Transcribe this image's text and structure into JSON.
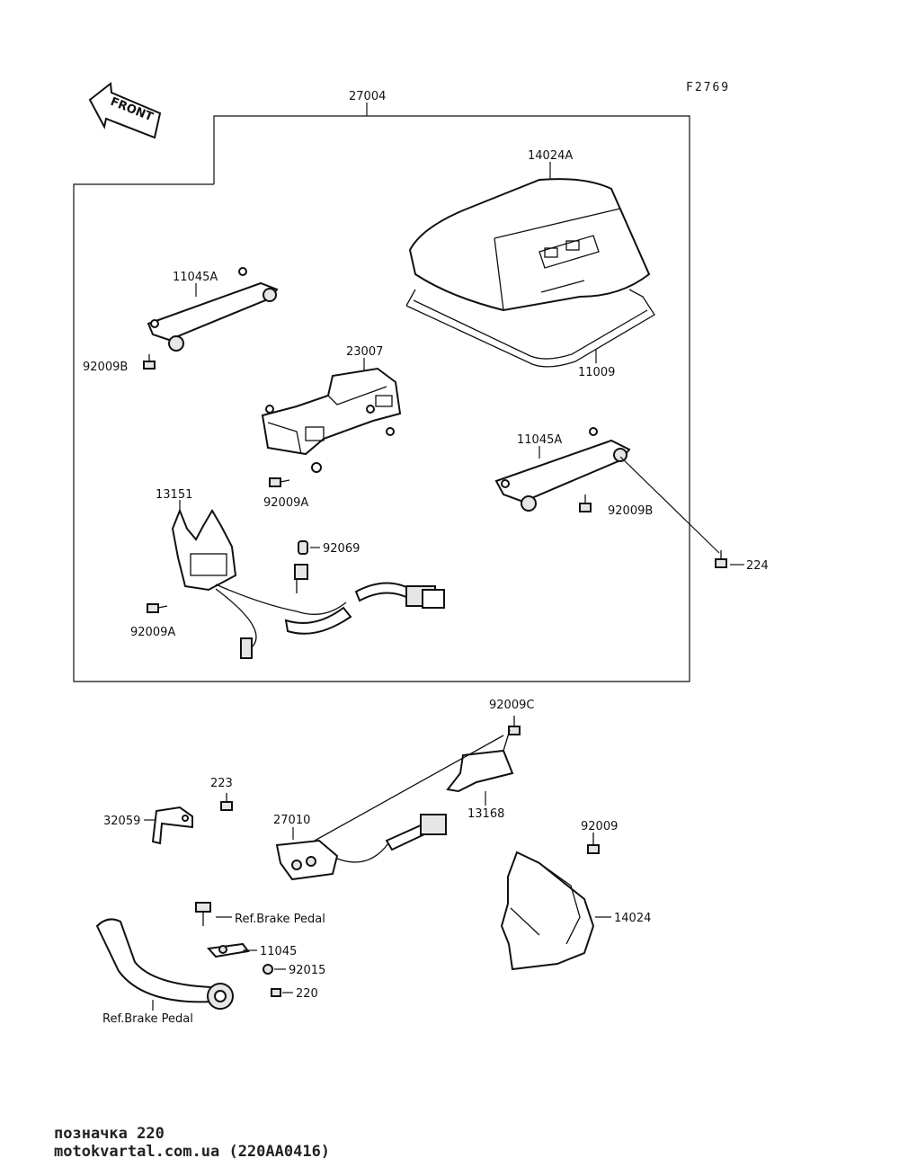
{
  "diagram_code": "F2769",
  "front_arrow_label": "FRONT",
  "assembly_label": "27004",
  "callouts": {
    "c14024A": "14024A",
    "c11009": "11009",
    "c11045A_left": "11045A",
    "c92009B_left": "92009B",
    "c23007": "23007",
    "c92009A_mid": "92009A",
    "c11045A_right": "11045A",
    "c92009B_right": "92009B",
    "c224": "224",
    "c13151": "13151",
    "c92069": "92069",
    "c92009A_left": "92009A",
    "c92009C": "92009C",
    "c13168": "13168",
    "c223": "223",
    "c32059": "32059",
    "c27010": "27010",
    "c92009": "92009",
    "c14024": "14024",
    "c_ref_brake_top": "Ref.Brake Pedal",
    "c11045": "11045",
    "c92015": "92015",
    "c220": "220",
    "c_ref_brake_bottom": "Ref.Brake Pedal"
  },
  "footer": {
    "caption": "позначка 220",
    "source": "motokvartal.com.ua (220AA0416)"
  }
}
